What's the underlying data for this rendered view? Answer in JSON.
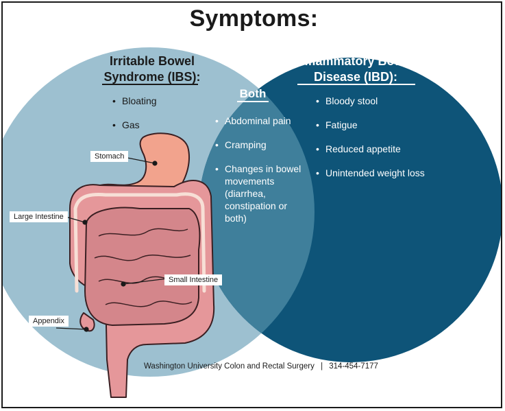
{
  "title": "Symptoms:",
  "ibs": {
    "heading_line1": "Irritable Bowel",
    "heading_line2": "Syndrome (IBS):",
    "items": [
      "Bloating",
      "Gas"
    ]
  },
  "both": {
    "heading": "Both",
    "items": [
      "Abdominal pain",
      "Cramping",
      "Changes in bowel movements (diarrhea, constipation or both)"
    ]
  },
  "ibd": {
    "heading_line1": "Inflammatory Bowel",
    "heading_line2": "Disease (IBD):",
    "items": [
      "Bloody stool",
      "Fatigue",
      "Reduced appetite",
      "Unintended weight loss"
    ]
  },
  "labels": {
    "stomach": "Stomach",
    "large_intestine": "Large Intestine",
    "small_intestine": "Small Intestine",
    "appendix": "Appendix"
  },
  "footer": {
    "organization": "Washington University Colon and Rectal Surgery",
    "separator": "|",
    "phone": "314-454-7177"
  },
  "colors": {
    "ibs_circle": "#9dc0d0",
    "ibd_circle": "#0e5478",
    "overlap": "#3f7f9b",
    "stomach": "#f2a38d",
    "intestine": "#e5979a"
  }
}
